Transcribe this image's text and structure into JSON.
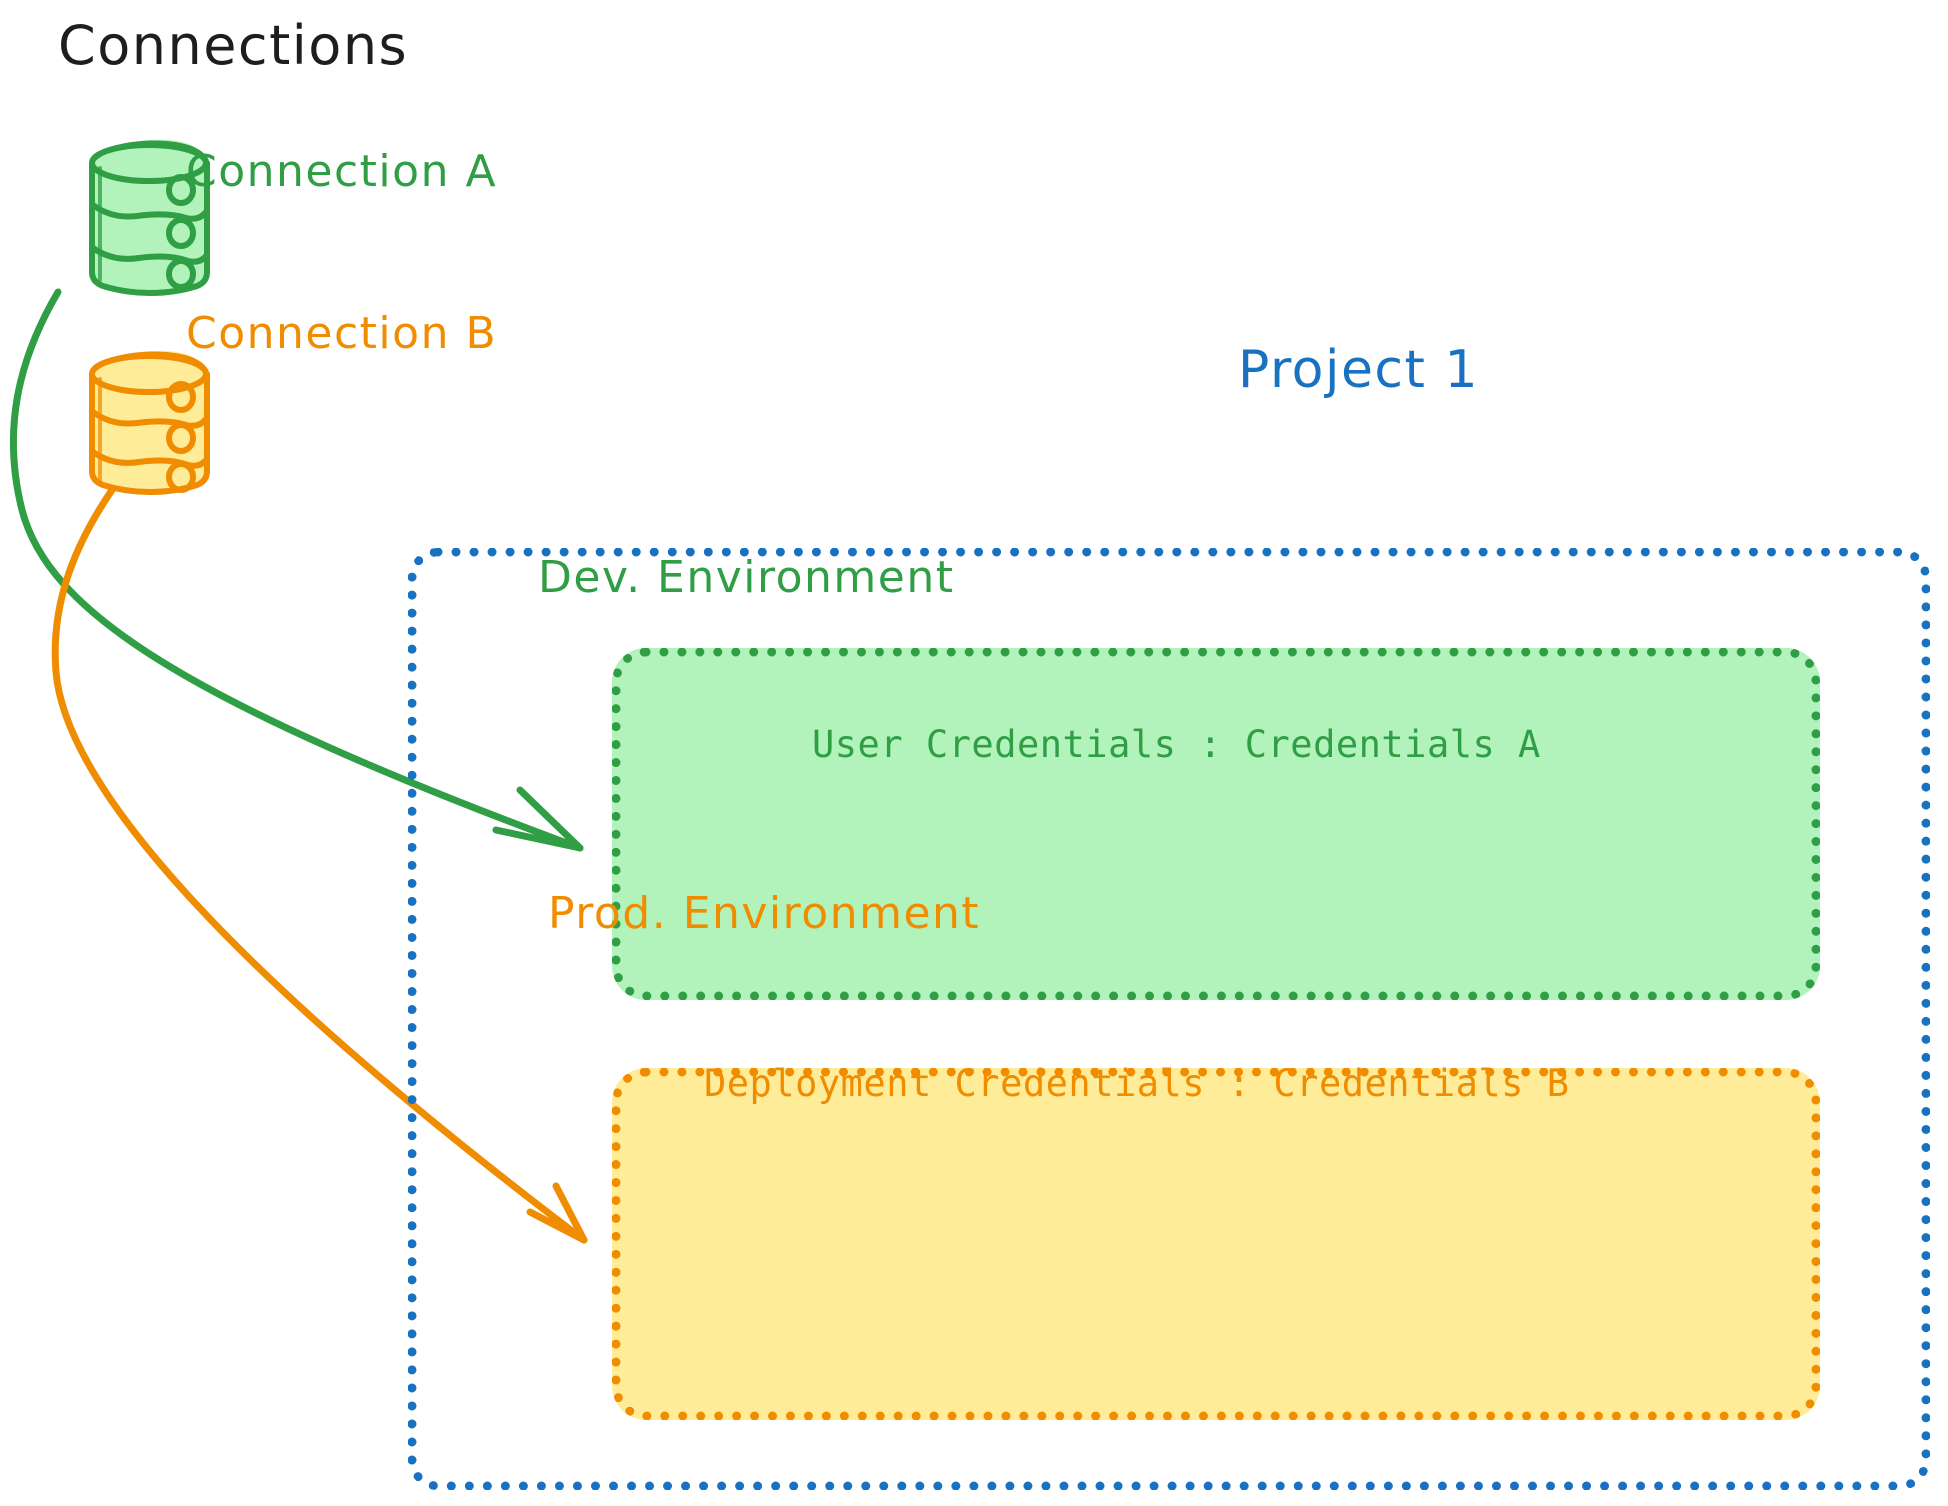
{
  "diagram": {
    "title": "Connections",
    "background_color": "#ffffff",
    "palette": {
      "green_stroke": "#2f9e44",
      "green_fill": "#b2f2bb",
      "orange_stroke": "#f08c00",
      "orange_fill": "#ffec99",
      "blue_stroke": "#1971c2",
      "black_text": "#1e1e1e"
    }
  },
  "connections": {
    "heading": "Connections",
    "items": [
      {
        "icon": "database-icon",
        "label": "Connection A",
        "color": "#2f9e44"
      },
      {
        "icon": "database-icon",
        "label": "Connection B",
        "color": "#f08c00"
      }
    ]
  },
  "project": {
    "label": "Project 1",
    "color": "#1971c2",
    "environments": [
      {
        "name": "Dev. Environment",
        "credentials_label": "User Credentials",
        "credentials_separator": ":",
        "credentials_value": "Credentials A",
        "credentials_line": "User Credentials : Credentials A",
        "color": "#2f9e44",
        "fill": "#b2f2bb"
      },
      {
        "name": "Prod. Environment",
        "credentials_label": "Deployment Credentials",
        "credentials_separator": ":",
        "credentials_value": "Credentials B",
        "credentials_line": "Deployment Credentials : Credentials B",
        "color": "#f08c00",
        "fill": "#ffec99"
      }
    ]
  },
  "arrows": [
    {
      "name": "connection-a-to-dev-environment",
      "from": "Connection A",
      "to": "Dev. Environment",
      "color": "#2f9e44"
    },
    {
      "name": "connection-b-to-prod-environment",
      "from": "Connection B",
      "to": "Prod. Environment",
      "color": "#f08c00"
    }
  ]
}
